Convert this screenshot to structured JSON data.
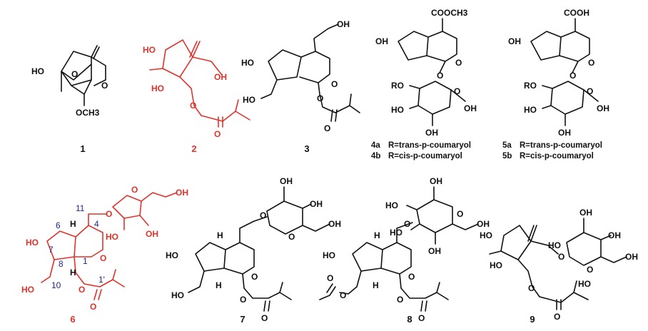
{
  "compound_ids": [
    "1",
    "2",
    "3",
    "6",
    "7",
    "8",
    "9"
  ],
  "variants": {
    "c4a": "4a",
    "c4a_r": "R=trans-p-coumaryol",
    "c4b": "4b",
    "c4b_r": "R=cis-p-coumaryol",
    "c5a": "5a",
    "c5a_r": "R=trans-p-coumaryol",
    "c5b": "5b",
    "c5b_r": "R=cis-p-coumaryol"
  },
  "labels": {
    "oh": "OH",
    "ho": "HO",
    "o": "O",
    "h": "H",
    "ro": "RO",
    "och3": "OCH3",
    "cooch3": "COOCH3",
    "cooh": "COOH"
  },
  "numbering": [
    "11",
    "4",
    "6",
    "7",
    "8",
    "1",
    "10",
    "1'"
  ],
  "colors": {
    "highlight": "#e0332c",
    "numbering": "#26288f",
    "ink": "#111111"
  }
}
